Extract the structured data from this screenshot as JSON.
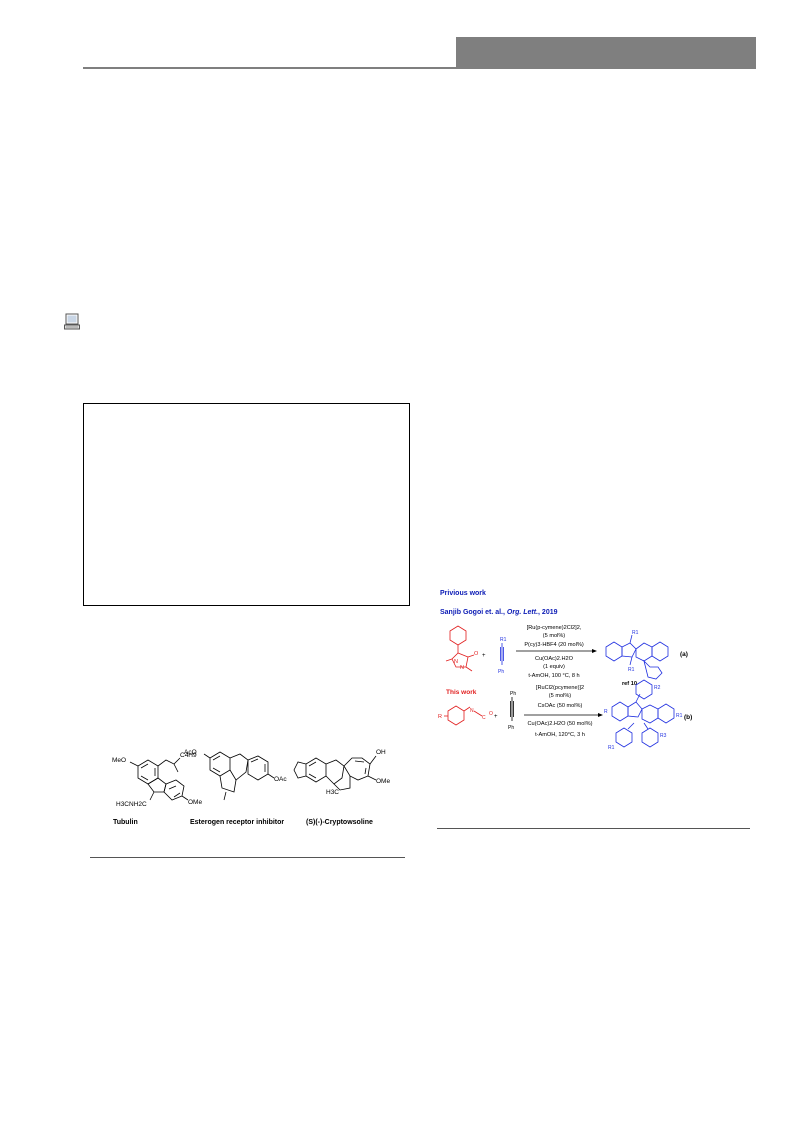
{
  "figure1": {
    "labels": [
      "Tubulin",
      "Esterogen receptor inhibitor",
      "(S)(-)-Cryptowsoline"
    ],
    "substituents": {
      "tubulin": [
        "MeO",
        "C4H9",
        "H3CNH2C",
        "OMe"
      ],
      "estrogen": [
        "AcO",
        "OAc"
      ],
      "crypto": [
        "OH",
        "OMe",
        "H3C"
      ]
    }
  },
  "scheme": {
    "previous_heading": "Privious work",
    "reference_author": "Sanjib Gogoi et. al., ",
    "reference_journal": "Org. Lett.",
    "reference_year": ", 2019",
    "reaction_a": {
      "conditions_above": [
        "[Ru(p-cymene)2Cl2]2,",
        "(5 mol%)",
        "P(cy)3·HBF4 (20 mol%)"
      ],
      "conditions_below": [
        "Cu(OAc)2.H2O",
        "(1 equiv)",
        "t-AmOH, 100 °C, 8 h"
      ],
      "label": "(a)",
      "ref": "ref 10",
      "reagent_labels": [
        "R1",
        "Ph",
        "R1",
        "R1"
      ]
    },
    "this_work_heading": "This work",
    "reaction_b": {
      "conditions_above": [
        "[RuCl2(pcymene)]2",
        "(5 mol%)",
        "CsOAc (50 mol%)"
      ],
      "conditions_below": [
        "Cu(OAc)2.H2O (50 mol%)",
        "t-AmOH, 120°C, 3 h"
      ],
      "label": "(b)",
      "reagent_labels": [
        "R",
        "N",
        "C",
        "O",
        "Ph",
        "Ph",
        "R",
        "R2",
        "R1",
        "R3",
        "R1"
      ]
    }
  },
  "colors": {
    "header_gray": "#7f7f7f",
    "heading_blue": "#0b1bb5",
    "reactant_red": "#e11d1d",
    "product_blue": "#1f2fe0"
  }
}
